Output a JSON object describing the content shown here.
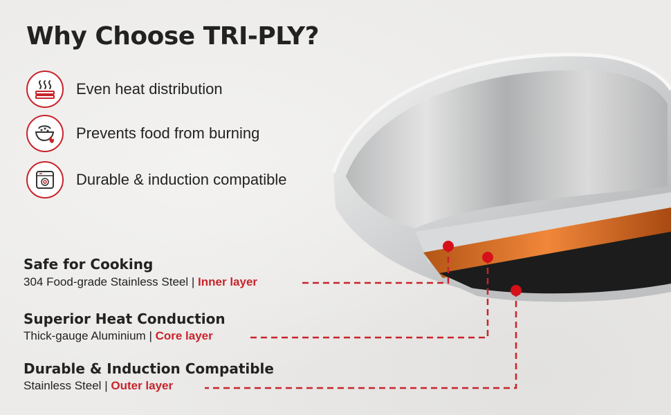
{
  "heading": "Why Choose TRI-PLY?",
  "features": [
    {
      "icon": "heat-waves-icon",
      "label": "Even heat distribution"
    },
    {
      "icon": "food-bowl-flame-icon",
      "label": "Prevents food from burning"
    },
    {
      "icon": "induction-cooktop-icon",
      "label": "Durable & induction compatible"
    }
  ],
  "layers": [
    {
      "title": "Safe for Cooking",
      "material": "304 Food-grade Stainless Steel",
      "separator": "|",
      "layer": "Inner layer"
    },
    {
      "title": "Superior Heat Conduction",
      "material": "Thick-gauge Aluminium",
      "separator": "|",
      "layer": "Core layer"
    },
    {
      "title": "Durable & Induction Compatible",
      "material": "Stainless Steel",
      "separator": "|",
      "layer": "Outer layer"
    }
  ],
  "colors": {
    "accent": "#c8232b",
    "copper": "#e0742a",
    "steel": "#c9cacb"
  }
}
